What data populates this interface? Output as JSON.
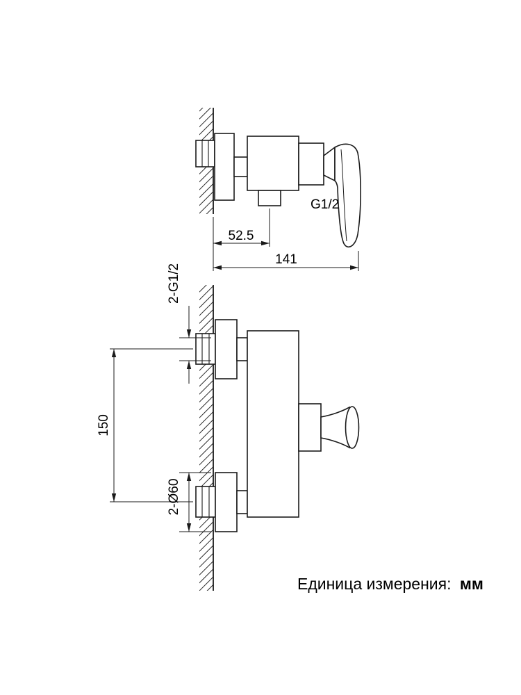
{
  "page": {
    "background": "#ffffff",
    "line_color": "#1a1a1a"
  },
  "top_view": {
    "dim_outlet_offset": "52.5",
    "dim_total_depth": "141",
    "outlet_thread": "G1/2"
  },
  "front_view": {
    "inlet_thread": "2-G1/2",
    "dim_inlet_spacing": "150",
    "flange_diameter": "2-Ø60"
  },
  "footer": {
    "label": "Единица измерения:",
    "unit": "мм"
  }
}
